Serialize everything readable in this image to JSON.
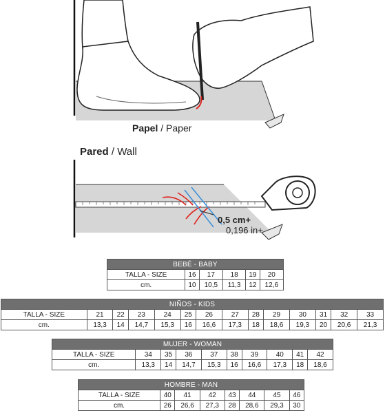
{
  "captions": {
    "paper_bold": "Papel",
    "paper_rest": "/ Paper",
    "wall_bold": "Pared",
    "wall_rest": "/ Wall",
    "measure_cm": "0,5 cm+",
    "measure_in": "0,196 in+"
  },
  "tables": {
    "baby": {
      "title": "BEBÉ - BABY",
      "size_label": "TALLA - SIZE",
      "cm_label": "cm.",
      "sizes": [
        "16",
        "17",
        "18",
        "19",
        "20"
      ],
      "cm": [
        "10",
        "10,5",
        "11,3",
        "12",
        "12,6"
      ]
    },
    "kids": {
      "title": "NIÑOS - KIDS",
      "size_label": "TALLA - SIZE",
      "cm_label": "cm.",
      "sizes": [
        "21",
        "22",
        "23",
        "24",
        "25",
        "26",
        "27",
        "28",
        "29",
        "30",
        "31",
        "32",
        "33"
      ],
      "cm": [
        "13,3",
        "14",
        "14,7",
        "15,3",
        "16",
        "16,6",
        "17,3",
        "18",
        "18,6",
        "19,3",
        "20",
        "20,6",
        "21,3"
      ]
    },
    "woman": {
      "title": "MUJER - WOMAN",
      "size_label": "TALLA - SIZE",
      "cm_label": "cm.",
      "sizes": [
        "34",
        "35",
        "36",
        "37",
        "38",
        "39",
        "40",
        "41",
        "42"
      ],
      "cm": [
        "13,3",
        "14",
        "14,7",
        "15,3",
        "16",
        "16,6",
        "17,3",
        "18",
        "18,6"
      ]
    },
    "man": {
      "title": "HOMBRE - MAN",
      "size_label": "TALLA - SIZE",
      "cm_label": "cm.",
      "sizes": [
        "40",
        "41",
        "42",
        "43",
        "44",
        "45",
        "46"
      ],
      "cm": [
        "26",
        "26,6",
        "27,3",
        "28",
        "28,6",
        "29,3",
        "30"
      ]
    }
  }
}
